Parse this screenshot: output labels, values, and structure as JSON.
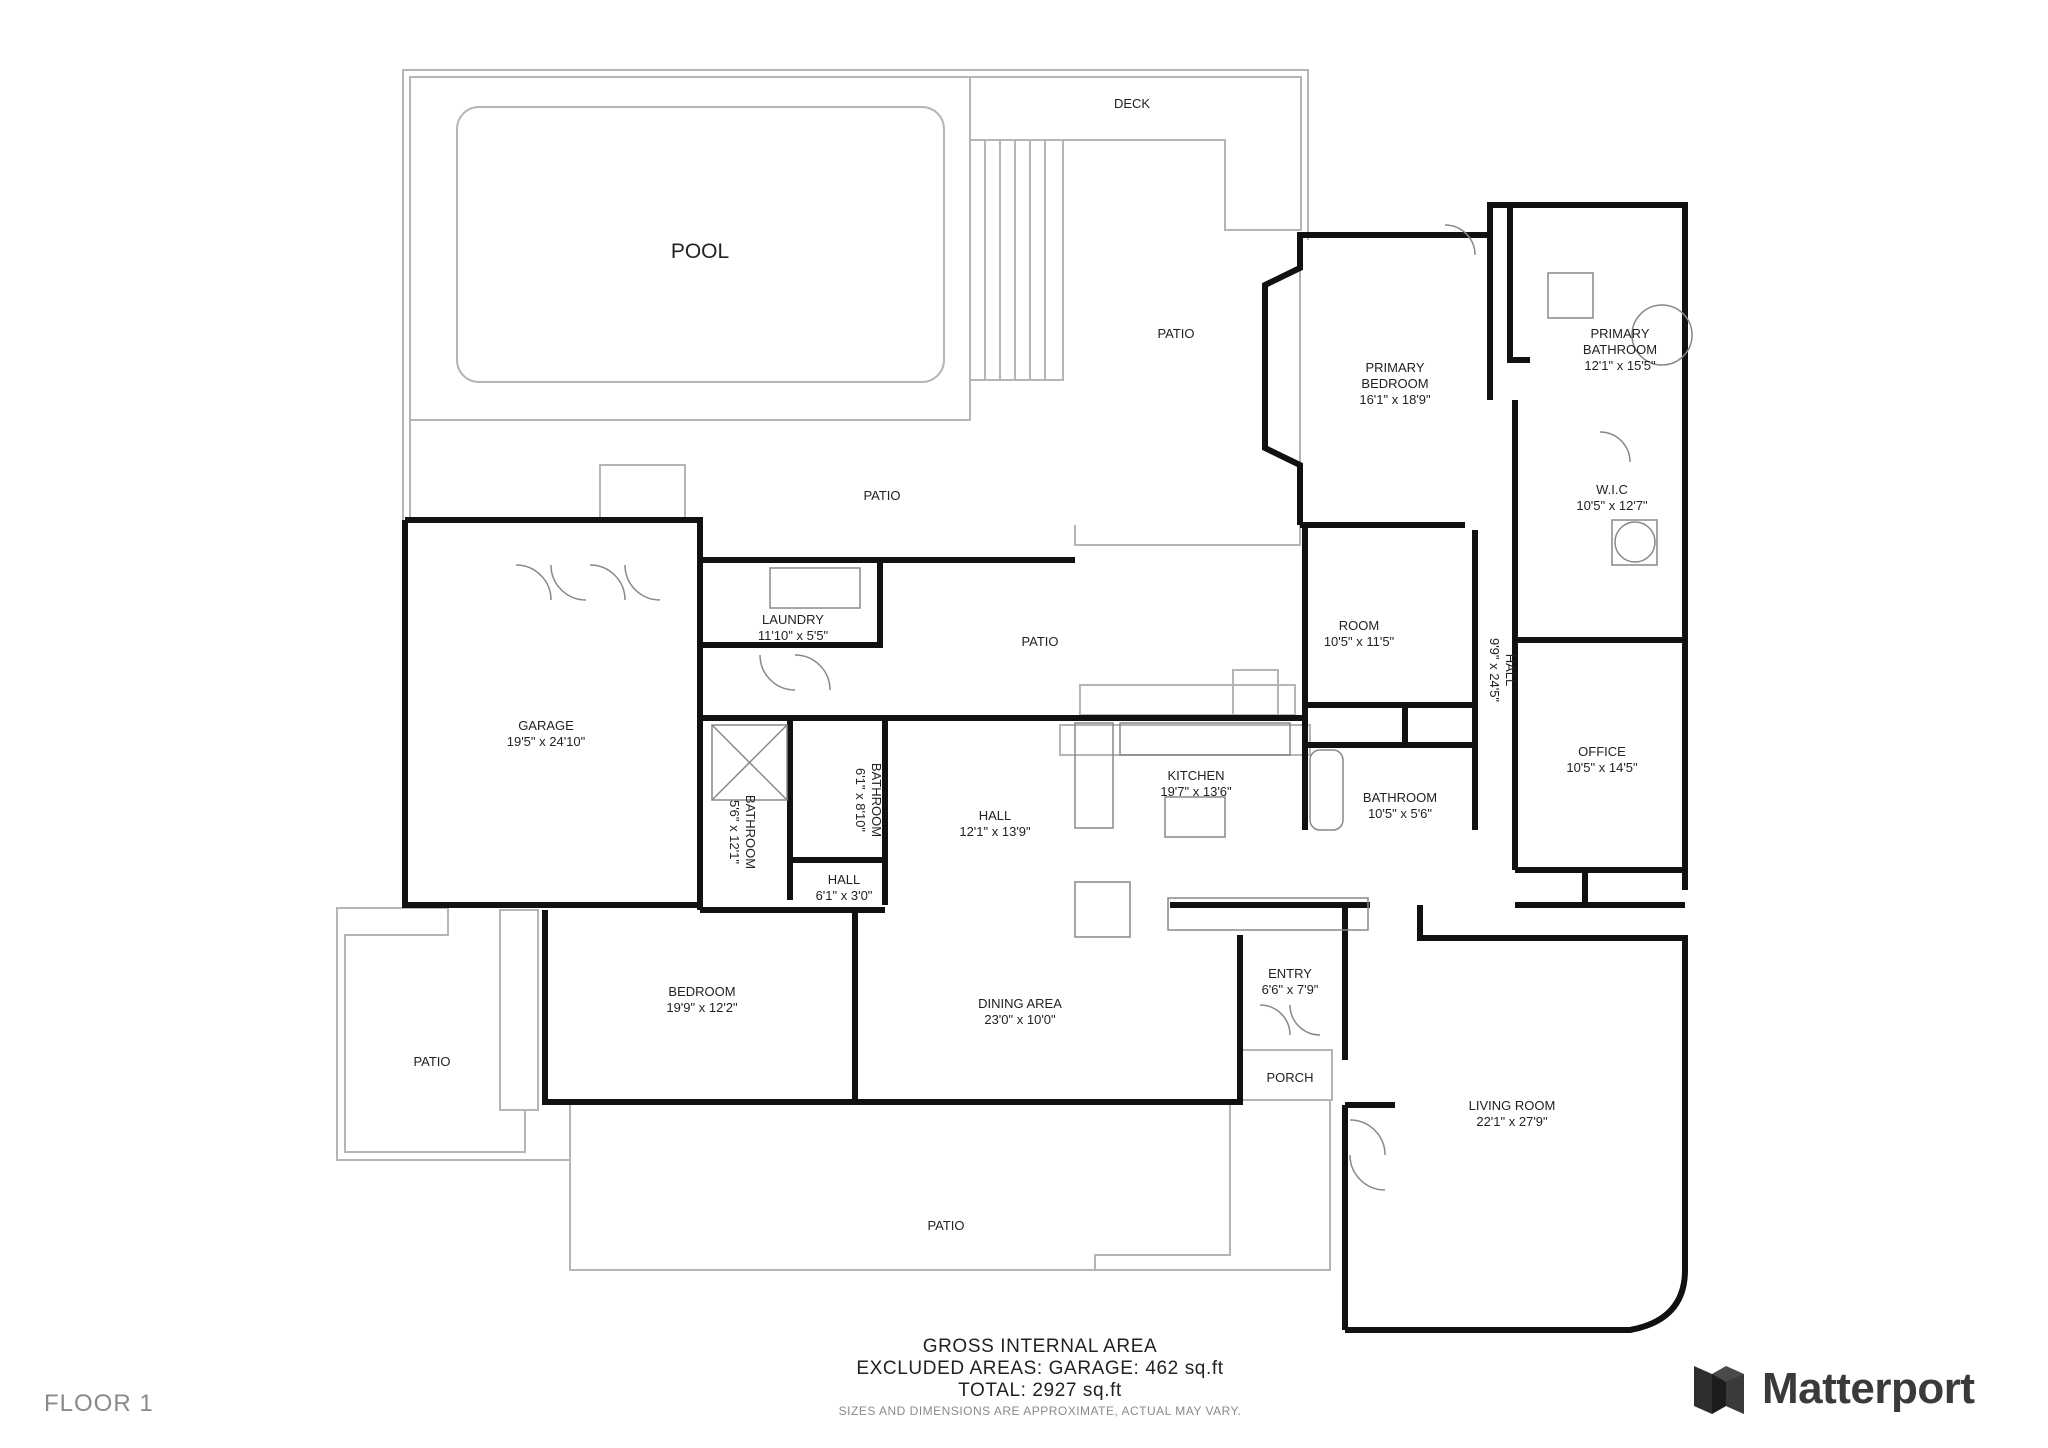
{
  "rooms": {
    "pool": {
      "name": "POOL"
    },
    "deck": {
      "name": "DECK"
    },
    "patio_top": {
      "name": "PATIO"
    },
    "patio_mid": {
      "name": "PATIO"
    },
    "patio_inner": {
      "name": "PATIO"
    },
    "patio_left": {
      "name": "PATIO"
    },
    "patio_bottom": {
      "name": "PATIO"
    },
    "garage": {
      "name": "GARAGE",
      "size": "19'5\" x 24'10\""
    },
    "laundry": {
      "name": "LAUNDRY",
      "size": "11'10\" x 5'5\""
    },
    "bathroom_a": {
      "name": "BATHROOM",
      "size": "5'6\" x 12'1\""
    },
    "bathroom_b": {
      "name": "BATHROOM",
      "size": "6'1\" x 8'10\""
    },
    "hall_small": {
      "name": "HALL",
      "size": "6'1\" x 3'0\""
    },
    "hall_main": {
      "name": "HALL",
      "size": "12'1\" x 13'9\""
    },
    "kitchen": {
      "name": "KITCHEN",
      "size": "19'7\" x 13'6\""
    },
    "room": {
      "name": "ROOM",
      "size": "10'5\" x 11'5\""
    },
    "bathroom_c": {
      "name": "BATHROOM",
      "size": "10'5\" x 5'6\""
    },
    "hall_long": {
      "name": "HALL",
      "size": "9'9\" x 24'5\""
    },
    "primary_bedroom": {
      "name1": "PRIMARY",
      "name2": "BEDROOM",
      "size": "16'1\" x 18'9\""
    },
    "primary_bathroom": {
      "name1": "PRIMARY",
      "name2": "BATHROOM",
      "size": "12'1\" x 15'5\""
    },
    "wic": {
      "name": "W.I.C",
      "size": "10'5\" x 12'7\""
    },
    "office": {
      "name": "OFFICE",
      "size": "10'5\" x 14'5\""
    },
    "bedroom": {
      "name": "BEDROOM",
      "size": "19'9\" x 12'2\""
    },
    "dining": {
      "name": "DINING AREA",
      "size": "23'0\" x 10'0\""
    },
    "entry": {
      "name": "ENTRY",
      "size": "6'6\" x 7'9\""
    },
    "porch": {
      "name": "PORCH"
    },
    "living": {
      "name": "LIVING ROOM",
      "size": "22'1\" x 27'9\""
    }
  },
  "summary": {
    "title": "GROSS INTERNAL AREA",
    "excluded": "EXCLUDED AREAS: GARAGE: 462 sq.ft",
    "total": "TOTAL: 2927 sq.ft",
    "disclaimer": "SIZES AND DIMENSIONS ARE APPROXIMATE, ACTUAL MAY VARY."
  },
  "floor_label": "FLOOR 1",
  "brand": {
    "name": "Matterport",
    "logo_icon": "matterport-logo-icon"
  },
  "colors": {
    "wall": "#111111",
    "outline": "#b5b5b5",
    "fixture": "#888888"
  }
}
